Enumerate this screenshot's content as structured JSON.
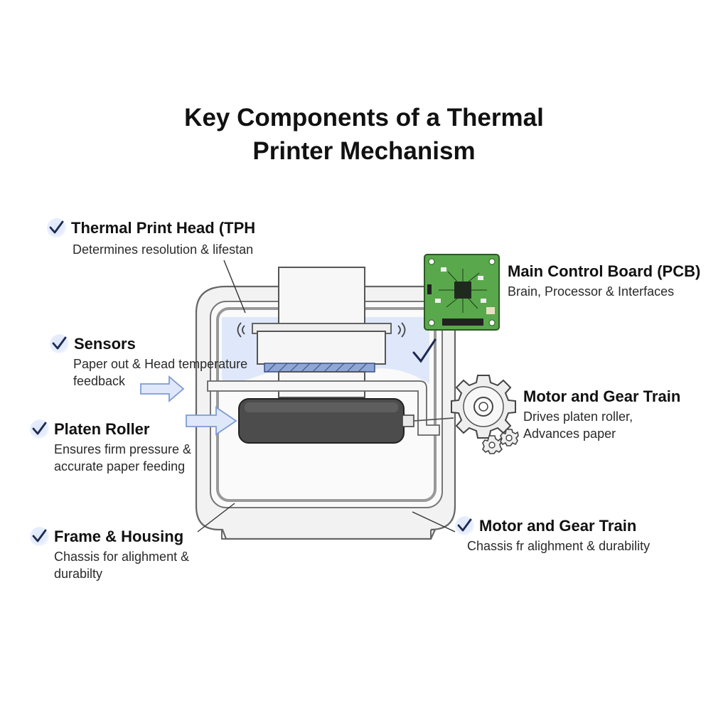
{
  "title": {
    "line1": "Key Components of a Thermal",
    "line2": "Printer Mechanism"
  },
  "components": {
    "tph": {
      "heading": "Thermal Print Head (TPH",
      "desc_lines": [
        "Determines resolution & lifestan"
      ]
    },
    "sensors": {
      "heading": "Sensors",
      "desc_lines": [
        "Paper out & Head temperature",
        "feedback"
      ]
    },
    "platen": {
      "heading": "Platen Roller",
      "desc_lines": [
        "Ensures firm pressure &",
        "accurate paper feeding"
      ]
    },
    "frame": {
      "heading": "Frame & Housing",
      "desc_lines": [
        "Chassis for alighment &",
        "durabilty"
      ]
    },
    "pcb": {
      "heading": "Main Control Board (PCB)",
      "desc_lines": [
        "Brain, Processor & Interfaces"
      ]
    },
    "motor": {
      "heading": "Motor and Gear Train",
      "desc_lines": [
        "Drives platen roller,",
        "Advances paper"
      ]
    },
    "motor2": {
      "heading": "Motor and Gear Train",
      "desc_lines": [
        "Chassis fr alighment & durability"
      ]
    }
  },
  "colors": {
    "check": "#1d2a52",
    "check_bg": "#e3ebfb",
    "frame_stroke": "#555555",
    "frame_fill": "#f1f1f1",
    "blue_tint": "#dbe6fa",
    "arrow_fill": "#dfe8fa",
    "arrow_stroke": "#7f9bd6",
    "pcb_green": "#5aa84c",
    "roller": "#4a4a4a",
    "gear": "#eeeeee"
  },
  "icons": {
    "check": "check-icon",
    "gear": "gear-icon",
    "wave": "signal-wave-icon",
    "chip": "chip-icon"
  }
}
